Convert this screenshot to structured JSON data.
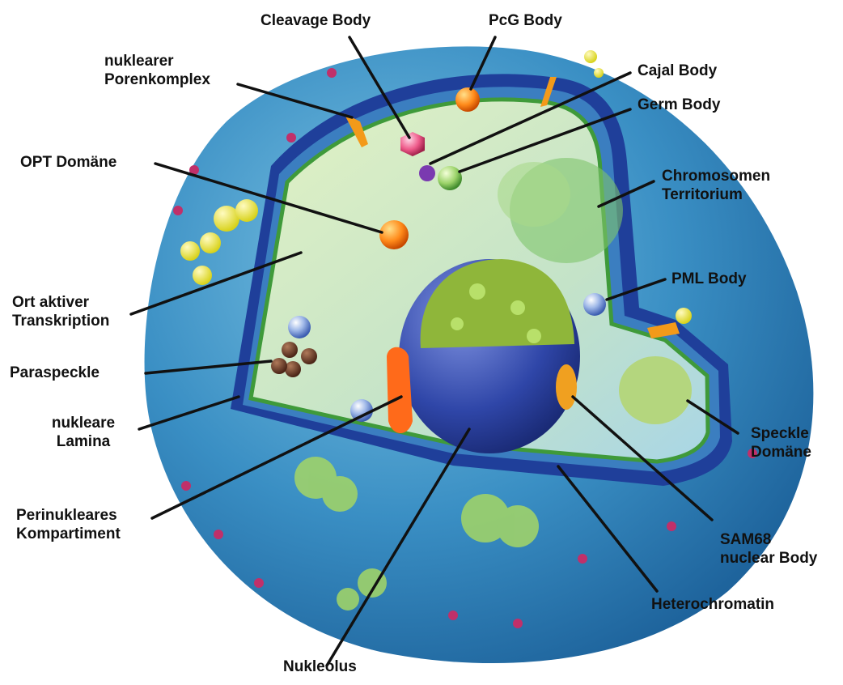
{
  "labels": {
    "cleavage_body": "Cleavage Body",
    "pcg_body": "PcG Body",
    "porenkomplex": [
      "nuklearer",
      "Porenkomplex"
    ],
    "cajal_body": "Cajal Body",
    "germ_body": "Germ Body",
    "opt_domaene": "OPT Domäne",
    "chromosomen_territorium": [
      "Chromosomen",
      "Territorium"
    ],
    "pml_body": "PML Body",
    "ort_aktiver_transkription": [
      "Ort aktiver",
      "Transkription"
    ],
    "paraspeckle": "Paraspeckle",
    "nukleare_lamina": [
      "nukleare",
      "Lamina"
    ],
    "speckle_domaene": [
      "Speckle",
      "Domäne"
    ],
    "perinukleares_kompartiment": [
      "Perinukleares",
      "Kompartiment"
    ],
    "sam68_nuclear_body": [
      "SAM68",
      "nuclear Body"
    ],
    "heterochromatin": "Heterochromatin",
    "nukleolus": "Nukleolus"
  },
  "colors": {
    "cytoplasm": "#2e7fb8",
    "cytoplasm_light": "#5fb0d8",
    "nuclear_envelope": "#1f3f9a",
    "nucleoplasm": "#cfe8b8",
    "nucleolus": "#2c3f9a",
    "perinuclear": "#ff6a1a",
    "leader": "#111111"
  }
}
